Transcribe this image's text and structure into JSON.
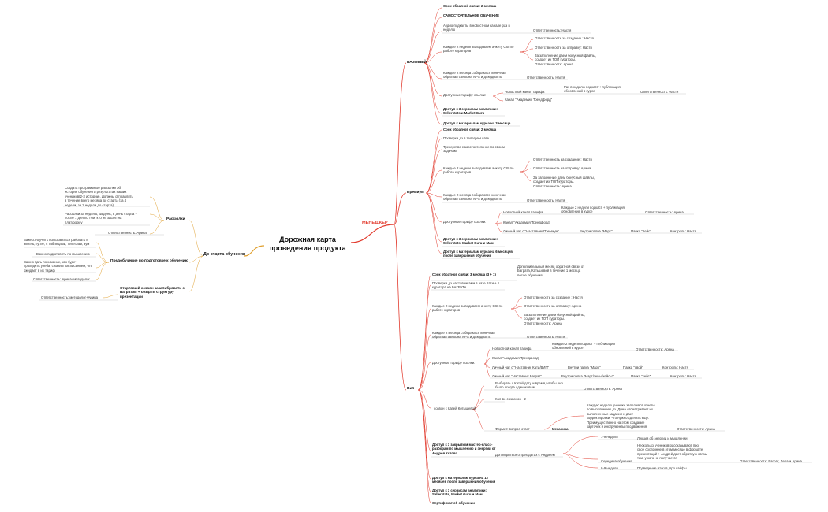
{
  "root": "Дорожная карта\nпроведения продукта",
  "left": {
    "do_starta": {
      "title": "До старта обучения",
      "rassylki": {
        "title": "Рассылки",
        "items": [
          "Создать программные рассылки об\nистории обучения и результатах наших\nучеников(2-3 истории). Должны отправлять\nв течение всего месяца до старта (за 4\nнедели, за 2 недели до старта)",
          "Рассылки за неделю, за день, в день старта +\nпосле 1 дня по тем, кто не зашел на\nплатформу",
          "Ответственность: Арина"
        ]
      },
      "prebuchenie": {
        "title": "Предобучение по подготовке к обучению",
        "items": [
          "Важно: научить пользоваться работать в\nэксель, гугле, с таблицами, телеграм, зум",
          "Важно подготовить по мышлению",
          "Важно дать понимание, как будет\nпроходить учеба, с каким расписанием, что\nожидает в их тариф",
          "Ответственность: Арина+методолог"
        ]
      },
      "startovy": {
        "title": "Стартовый созвон закалибровать с\nБагратом + создать структуру\nпрезентации",
        "items": [
          "Ответственность: методолог+Арина"
        ]
      }
    }
  },
  "manager": "МЕНЕДЖЕР",
  "bazovy": {
    "title": "БАЗОВЫЙ",
    "srok": "Срок обратной связи: 2 месяца",
    "samost": "САМОСТОЯТЕЛЬНОЕ ОБУЧЕНИЕ",
    "audio": "Аудио-подкасты в новостном канале раз в\nнеделю",
    "audio_otv": "Ответственность: Настя",
    "csi": "Каждые 2 недели выводиваем анкету CSI по\nработе кураторов",
    "csi_items": [
      "Ответственность за создание : Настя",
      "Ответственность за отправку: Настя",
      "За заполнение даем бонусный файлы,\nсоздает их ТОП кураторы.\nОтветственность: Арина"
    ],
    "nps": "Каждые 2 месяца собираются конечная\nобратная связь на NPS и доходность",
    "nps_otv": "Ответственность: Настя",
    "tarif": "Доступные тарифу ссылки:",
    "novostnoy": "Новостной канал тарифа",
    "novostnoy_desc": "Раз в неделю подкаст + публикация\nобновлений в курсе",
    "novostnoy_otv": "Ответственность: Настя",
    "akademia": "Канал \"Академия Трендфорд\"",
    "servis": "Доступ к 3 сервисам аналитики:\nSellerstats и Market Guru",
    "materials": "Доступ к материалам курса на 3 месяца"
  },
  "premium": {
    "title": "Премиум",
    "srok": "Срок обратной связи: 2 месяца",
    "proverka": "Проверка дз в телеграм чате",
    "trekerstvo": "Трекерство самостоятельное по своим\nзадачам",
    "csi": "Каждые 2 недели выводиваем анкету CSI по\nработе кураторов",
    "csi_items": [
      "Ответственность за создание : Настя",
      "Ответственность за отправку: Арина",
      "За заполнение даем бонусный файлы,\nсоздает их ТОП кураторы.\nОтветственность: Арина"
    ],
    "nps": "Каждые 2 месяца собираются конечная\nобратная связь на NPS и доходность",
    "nps_otv": "Ответственность: Настя",
    "tarif": "Доступные тарифу ссылки:",
    "novostnoy": "Новостной канал тарифа",
    "novostnoy_desc": "Каждые 2 недели подкаст + публикация\nобновлений в курсе",
    "novostnoy_otv": "Ответственность: Арина",
    "akademia": "Канал \"Академия Трендфорд\"",
    "lichny": "Личный чат с \"Наставник Премиум\"",
    "mars": "Внутри папка \"Марс\"",
    "keis": "Папка \"Кейс\"",
    "kontrol": "Контроль: Настя",
    "servis": "Доступ к 3 сервисам аналитики:\nSellerstats, Market Guru и Мам",
    "materials": "Доступ к материалам курса на 6 месяцев\nпосле завершения обучения"
  },
  "vip": {
    "title": "Вип",
    "srok": "Срок обратной связи: 3 месяца  (3 + 1)",
    "srok_desc": "Дополнительный месяц обратной связи от\nБаграта, Катьшевой в течение 1 месяца\nпосле обучения",
    "proverka": "Проверка дз наставниками в чате Кати + 1\nкуратора на БАГРАТА",
    "csi": "Каждые 2 недели выводиваем анкету CSI по\nработе кураторов",
    "csi_items": [
      "Ответственность за создание : Настя",
      "Ответственность за отправку: Арина",
      "За заполнение даем бонусный файлы,\nсоздает их ТОП кураторы.\nОтветственность: Арина"
    ],
    "nps": "Каждые 2 месяца собираются конечная\nобратная связь на NPS и доходность",
    "nps_otv": "Ответственность: Настя",
    "tarif": "Доступные тарифу ссылки:",
    "novostnoy": "Новостной канал тарифа",
    "novostnoy_desc": "Каждые 2 недели подкаст + публикация\nобновлений в курсе",
    "novostnoy_otv": "Ответственность: Арина",
    "akademia": "Канал \"Академия Трендфорд\"",
    "lichny1": "Личный чат с \"Наставник Кати/ВИП\"",
    "mars1": "Внутри папка \"Марс\"",
    "moy": "Папка \"свой\"",
    "kontrol1": "Контроль: Настя",
    "lichny2": "Личный чат \"Наставник Баграт\"",
    "mars2": "Внутри папка \"Март/темы/кейсы\"",
    "keis2": "Папка \"кейс\"",
    "kontrol2": "Контроль: Настя",
    "sozvon": "созвон с Катей Котышевой",
    "vybirat": "Выбирать с Катей дату и время, чтобы оно\nбыло всегда одинаковым",
    "vybirat_otv": "Ответственность: Арина",
    "kol": "Кол-во созвонов - 2",
    "format": "Формат: вопрос-ответ",
    "mehanika": "Механика",
    "mehanika_desc": "Каждую неделю ученики заполняют отчеты\nпо выполнению дз. Дима отсматривает их\nвыполненные задания и дает\nкорректировки, что нужно сделать еще.\nПреимущественно на этом создание\nкарточек и инструменты продвижения",
    "mehanika_otv": "Ответственность: Арина",
    "dostup_master": "Доступ к 3 закрытым мастер-класс-\nразборам по мышлению и энергии от\nАндрея Котова",
    "dogovoritsya": "Договориться о трех датах с Андреем",
    "nedelya1": "1-я неделя",
    "nedelya1_desc": "Лекция об энергии и мышлении",
    "seredina": "Середина обучения",
    "seredina_desc": "Несколько учеников рассказывают про\nсвое состояние в этом месяце в формате\nпрезентаций + Андрей дает обратную связь\nтем, у кого не получается",
    "seredina_otv": "Ответственность: Баграт, Лера и Арина",
    "nedelya8": "8-9 неделя",
    "nedelya8_desc": "Подведение итогов, про кайфы",
    "materials": "Доступ к материалам курса на 12\nмесяцев после завершения обучения",
    "servis": "Доступ к 3 сервисам аналитики:\nSellerstats, Market Guru и Мам",
    "sertifikat": "Сертификат об обучении"
  }
}
